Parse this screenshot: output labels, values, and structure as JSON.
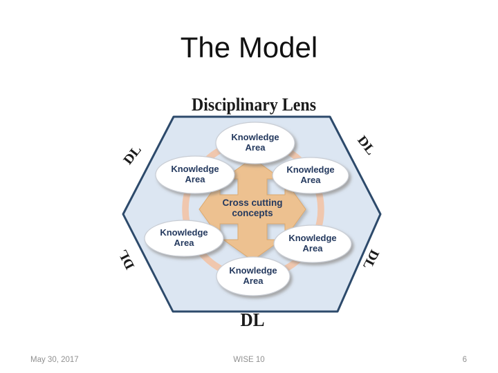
{
  "slide": {
    "title": "The Model",
    "footer": {
      "date": "May 30, 2017",
      "center": "WISE 10",
      "page": "6"
    }
  },
  "diagram": {
    "top_label": "Disciplinary Lens",
    "center_arrow": {
      "line1": "Cross cutting",
      "line2": "concepts"
    },
    "knowledge_areas": [
      {
        "position": "top",
        "line1": "Knowledge",
        "line2": "Area"
      },
      {
        "position": "upper-left",
        "line1": "Knowledge",
        "line2": "Area"
      },
      {
        "position": "upper-right",
        "line1": "Knowledge",
        "line2": "Area"
      },
      {
        "position": "lower-left",
        "line1": "Knowledge",
        "line2": "Area"
      },
      {
        "position": "lower-right",
        "line1": "Knowledge",
        "line2": "Area"
      },
      {
        "position": "bottom",
        "line1": "Knowledge",
        "line2": "Area"
      }
    ],
    "edge_labels": {
      "upper_left": "DL",
      "upper_right": "DL",
      "lower_left": "DL",
      "lower_right": "DL",
      "bottom": "DL"
    },
    "colors": {
      "hexagon_fill": "#dce6f2",
      "hexagon_border": "#2d4a6b",
      "ring": "#f0c7ae",
      "arrow_fill": "#edc190",
      "label_navy": "#24395e"
    }
  }
}
